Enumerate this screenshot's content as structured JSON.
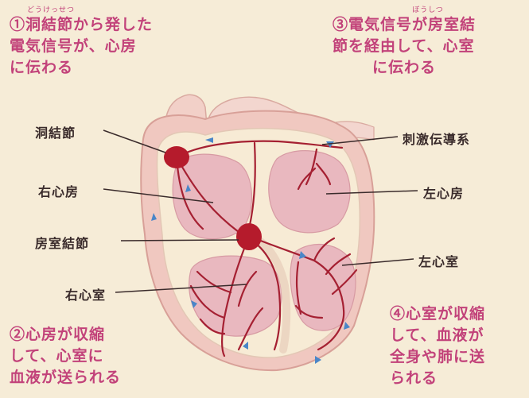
{
  "annotations": {
    "step1": {
      "ruby": "どうけっせつ",
      "lines": [
        "①洞結節から発した",
        "電気信号が、心房",
        "に伝わる"
      ]
    },
    "step2": {
      "lines": [
        "②心房が収縮",
        "して、心室に",
        "血液が送られる"
      ]
    },
    "step3": {
      "ruby": "ぼうしつ",
      "lines": [
        "③電気信号が房室結",
        "節を経由して、心室",
        "に伝わる"
      ]
    },
    "step4": {
      "lines": [
        "④心室が収縮",
        "して、血液が",
        "全身や肺に送",
        "られる"
      ]
    }
  },
  "labels": {
    "sa_node": "洞結節",
    "right_atrium": "右心房",
    "av_node": "房室結節",
    "right_ventricle": "右心室",
    "conduction_system": "刺激伝導系",
    "left_atrium": "左心房",
    "left_ventricle": "左心室"
  },
  "colors": {
    "annotation_text": "#c2427a",
    "label_text": "#3a2b2b",
    "heart_wall": "#f0c8c0",
    "chamber": "#e9b8bf",
    "nerve": "#a52032",
    "node": "#b51b2c",
    "flow_arrow": "#4a86c8",
    "background": "#f6ecd7"
  }
}
